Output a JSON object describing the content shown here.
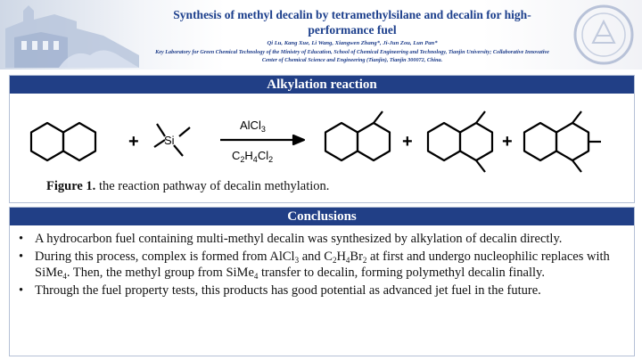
{
  "header": {
    "title": "Synthesis of methyl decalin by tetramethylsilane and decalin for high-performance fuel",
    "authors": "Qi Lu, Kang Xue, Li Wang, Xiangwen Zhang*, Ji-Jun Zou, Lun Pan*",
    "affiliation": "Key Laboratory for Green Chemical Technology of the Ministry of Education, School of Chemical Engineering and Technology, Tianjin University; Collaborative Innovative Center of Chemical Science and Engineering (Tianjin), Tianjin 300072, China."
  },
  "alkylation": {
    "heading": "Alkylation reaction",
    "si_label": "Si",
    "plus": "+",
    "catalyst": "AlCl",
    "catalyst_sub": "3",
    "solvent_c": "C",
    "solvent_c_sub": "2",
    "solvent_h": "H",
    "solvent_h_sub": "4",
    "solvent_cl": "Cl",
    "solvent_cl_sub": "2",
    "caption_bold": "Figure 1.",
    "caption_text": " the reaction pathway of decalin methylation."
  },
  "conclusions": {
    "heading": "Conclusions",
    "bullet": "•",
    "item1": "A hydrocarbon fuel containing multi-methyl decalin was synthesized by alkylation of decalin directly.",
    "item2_a": "During this process, complex is formed from AlCl",
    "item2_s1": "3",
    "item2_b": " and C",
    "item2_s2": "2",
    "item2_c": "H",
    "item2_s3": "4",
    "item2_d": "Br",
    "item2_s4": "2",
    "item2_e": " at first and undergo nucleophilic replaces with SiMe",
    "item2_s5": "4",
    "item2_f": ". Then, the methyl group from SiMe",
    "item2_s6": "4",
    "item2_g": " transfer to decalin, forming polymethyl decalin finally.",
    "item3": "Through the fuel property tests, this products has good potential as advanced jet fuel in the future."
  }
}
